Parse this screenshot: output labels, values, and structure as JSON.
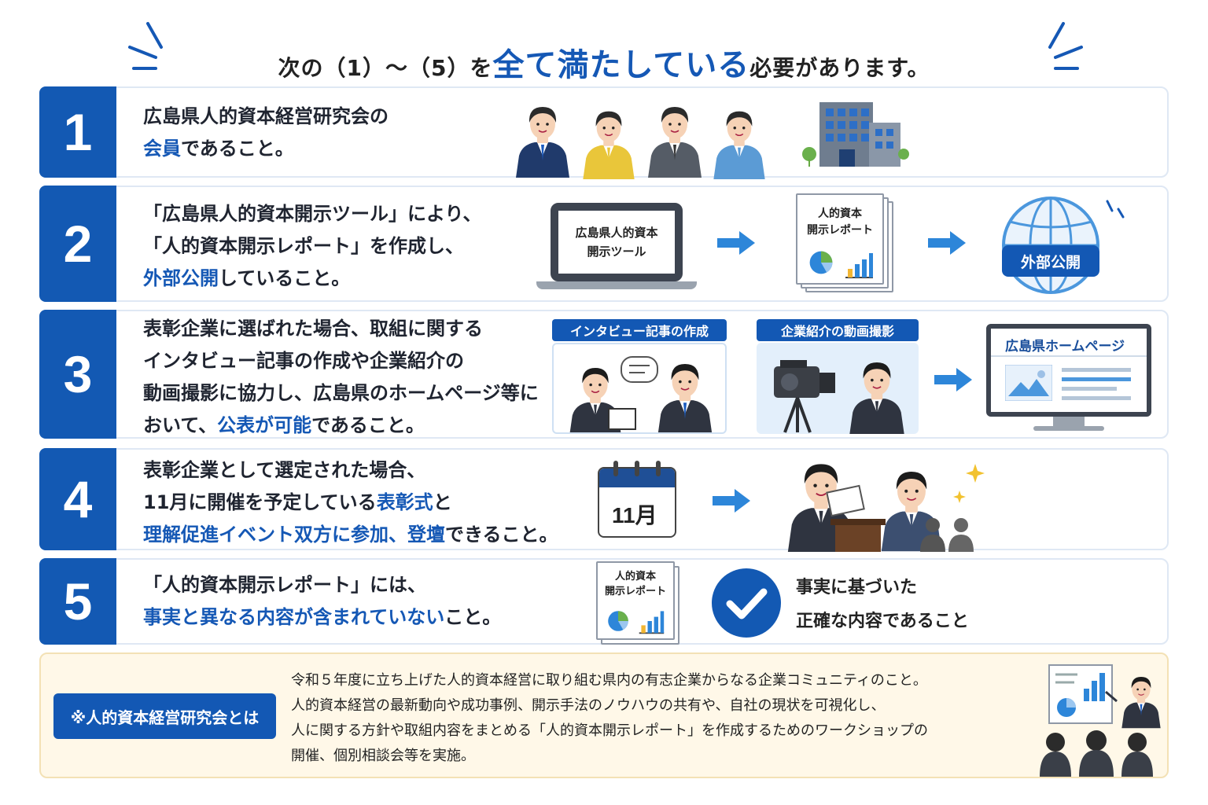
{
  "title": {
    "prefix": "次の（1）～（5）を",
    "emphasis": "全て満たしている",
    "suffix": "必要があります。"
  },
  "items": [
    {
      "number": "1",
      "lines": [
        [
          {
            "t": "広島県人的資本経営研究会の",
            "hl": false
          }
        ],
        [
          {
            "t": "会員",
            "hl": true
          },
          {
            "t": "であること。",
            "hl": false
          }
        ]
      ],
      "icons": [
        "business-people-icon",
        "office-building-icon"
      ]
    },
    {
      "number": "2",
      "lines": [
        [
          {
            "t": "「広島県人的資本開示ツール」により、",
            "hl": false
          }
        ],
        [
          {
            "t": "「人的資本開示レポート」を作成し、",
            "hl": false
          }
        ],
        [
          {
            "t": "外部公開",
            "hl": true
          },
          {
            "t": "していること。",
            "hl": false
          }
        ]
      ],
      "laptop_line1": "広島県人的資本",
      "laptop_line2": "開示ツール",
      "report_line1": "人的資本",
      "report_line2": "開示レポート",
      "globe_label": "外部公開"
    },
    {
      "number": "3",
      "lines": [
        [
          {
            "t": "表彰企業に選ばれた場合、取組に関する",
            "hl": false
          }
        ],
        [
          {
            "t": "インタビュー記事の作成や企業紹介の",
            "hl": false
          }
        ],
        [
          {
            "t": "動画撮影に協力し、広島県のホームページ等に",
            "hl": false
          }
        ],
        [
          {
            "t": "おいて、",
            "hl": false
          },
          {
            "t": "公表が可能",
            "hl": true
          },
          {
            "t": "であること。",
            "hl": false
          }
        ]
      ],
      "tag_interview": "インタビュー記事の作成",
      "tag_video": "企業紹介の動画撮影",
      "homepage_title": "広島県ホームページ"
    },
    {
      "number": "4",
      "lines": [
        [
          {
            "t": "表彰企業として選定された場合、",
            "hl": false
          }
        ],
        [
          {
            "t": "11月に開催を予定している",
            "hl": false
          },
          {
            "t": "表彰式",
            "hl": true
          },
          {
            "t": "と",
            "hl": false
          }
        ],
        [
          {
            "t": "理解促進イベント双方に参加、登壇",
            "hl": true
          },
          {
            "t": "できること。",
            "hl": false
          }
        ]
      ],
      "calendar_label": "11月"
    },
    {
      "number": "5",
      "lines": [
        [
          {
            "t": "「人的資本開示レポート」には、",
            "hl": false
          }
        ],
        [
          {
            "t": "事実と異なる内容が含まれていない",
            "hl": true
          },
          {
            "t": "こと。",
            "hl": false
          }
        ]
      ],
      "report_line1": "人的資本",
      "report_line2": "開示レポート",
      "check_line1": "事実に基づいた",
      "check_line2": "正確な内容であること"
    }
  ],
  "footer": {
    "label": "※人的資本経営研究会とは",
    "lines": [
      "令和５年度に立ち上げた人的資本経営に取り組む県内の有志企業からなる企業コミュニティのこと。",
      "人的資本経営の最新動向や成功事例、開示手法のノウハウの共有や、自社の現状を可視化し、",
      "人に関する方針や取組内容をまとめる「人的資本開示レポート」を作成するためのワークショップの",
      "開催、個別相談会等を実施。"
    ]
  },
  "colors": {
    "primary": "#1359b3",
    "highlight": "#1558b5",
    "arrow": "#2d86d9",
    "border": "#dfe8f4",
    "footer_bg": "#fff8e8"
  }
}
